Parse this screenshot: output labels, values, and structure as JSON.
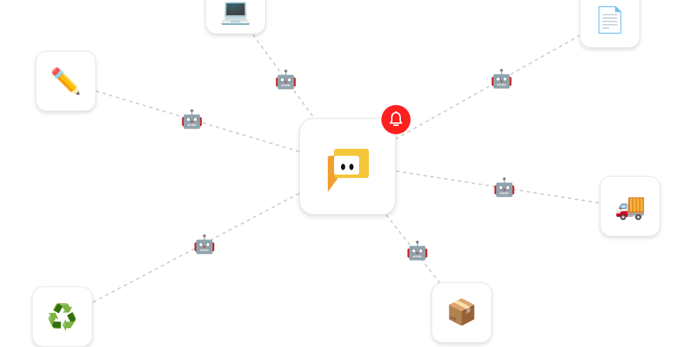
{
  "hub": {
    "icon": "chat-bubble-logo-icon",
    "colors": {
      "front": "#f5c53a",
      "back": "#f0a030",
      "alert": "#fe1f1f"
    },
    "notification_icon": "bell-icon"
  },
  "nodes": [
    {
      "name": "laptop",
      "emoji": "💻"
    },
    {
      "name": "document",
      "emoji": "📄"
    },
    {
      "name": "pencil",
      "emoji": "✏️"
    },
    {
      "name": "truck",
      "emoji": "🚚"
    },
    {
      "name": "recycle",
      "emoji": "♻️"
    },
    {
      "name": "package",
      "emoji": "📦"
    }
  ],
  "robot_emoji": "🤖"
}
